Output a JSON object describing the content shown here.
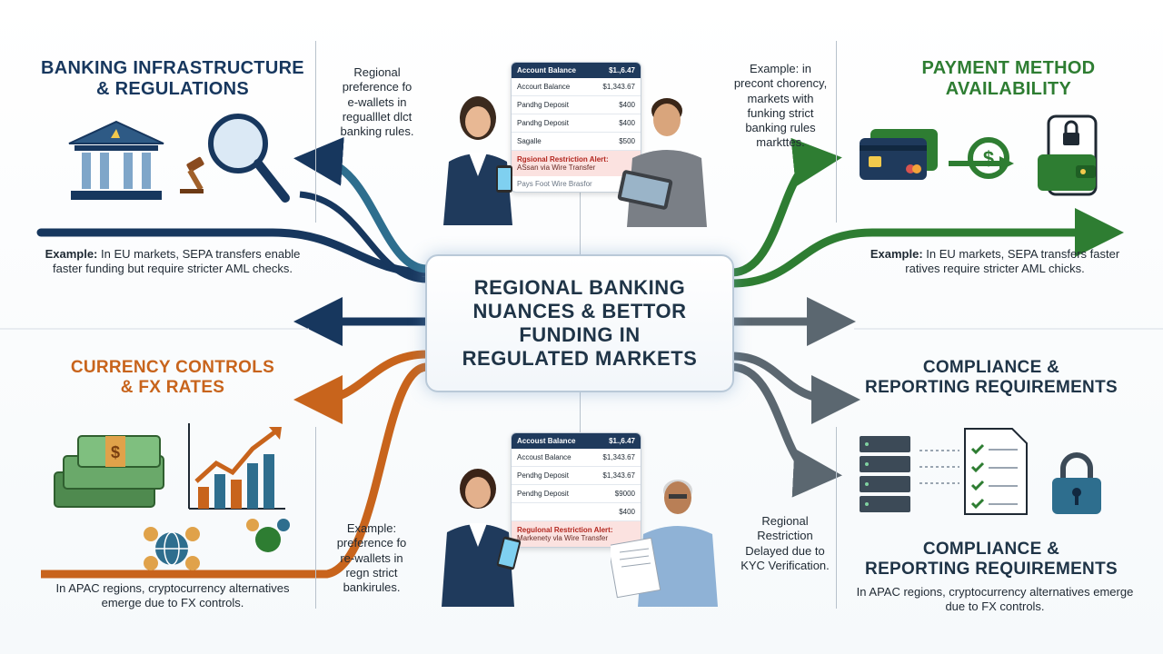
{
  "center": {
    "title": "REGIONAL BANKING\nNUANCES & BETTOR\nFUNDING IN\nREGULATED MARKETS"
  },
  "sections": {
    "banking": {
      "title": "BANKING INFRASTRUCTURE\n& REGULATIONS",
      "example_bold": "Example:",
      "example_text": " In EU markets, SEPA transfers enable faster funding but require stricter AML checks."
    },
    "payment": {
      "title": "PAYMENT METHOD\nAVAILABILITY",
      "example_bold": "Example:",
      "example_text": " In EU markets, SEPA transfers faster ratives require stricter AML chicks."
    },
    "currency": {
      "title": "CURRENCY CONTROLS\n& FX RATES",
      "note": "In APAC regions, cryptocurrency alternatives emerge due to FX controls."
    },
    "compliance": {
      "title1": "COMPLIANCE &\nREPORTING REQUIREMENTS",
      "title2": "COMPLIANCE &\nREPORTING REQUIREMENTS",
      "note": "In APAC regions, cryptocurrency alternatives emerge due to FX controls."
    }
  },
  "callouts": {
    "top_left": "Regional\npreference fo\ne-wallets in\nregualllet dlct\nbanking rules.",
    "top_right": "Example: in\nprecont chorency,\nmarkets with\nfunking strict\nbanking rules\nmarkttes.",
    "bottom_left": "Example:\npreference fo\nre-wallets in\nregn strict\nbankirules.",
    "bottom_right": "Regional\nRestriction\nDelayed due to\nKYC Verification."
  },
  "phones": {
    "top": {
      "header_label": "Account Balance",
      "header_value": "$1.,6.47",
      "rows": [
        {
          "label": "Accourt Balance",
          "value": "$1,343.67"
        },
        {
          "label": "Pandhg Deposit",
          "value": "$400"
        },
        {
          "label": "Pandhg Deposit",
          "value": "$400"
        },
        {
          "label": "Sagalle",
          "value": "$500"
        }
      ],
      "alert_title": "Rgsional Restriction Alert:",
      "alert_detail": "ASsan via Wire Transfer",
      "footer": "Pays Foot Wire Brasfor"
    },
    "bottom": {
      "header_label": "Accoust Balance",
      "header_value": "$1.,6.47",
      "rows": [
        {
          "label": "Accoust Balance",
          "value": "$1,343.67"
        },
        {
          "label": "Pendhg Deposit",
          "value": "$1,343.67"
        },
        {
          "label": "Pendhg Deposit",
          "value": "$9000"
        },
        {
          "label": "",
          "value": "$400"
        }
      ],
      "alert_title": "Regulonal Restriction Alert:",
      "alert_detail": "Markenety vla Wire Transfer",
      "footer": ""
    }
  },
  "colors": {
    "navy": "#17375e",
    "teal": "#2e6e8e",
    "green": "#2e7d32",
    "orange": "#c8641c",
    "slate": "#5b6770"
  },
  "icons": {
    "banking": [
      "bank-building-icon",
      "magnifier-icon",
      "gavel-icon"
    ],
    "payment": [
      "credit-card-icon",
      "exchange-dollar-icon",
      "phone-wallet-icon"
    ],
    "currency": [
      "cash-stack-icon",
      "growth-chart-icon",
      "globe-currency-icon"
    ],
    "compliance": [
      "server-rack-icon",
      "checklist-document-icon",
      "padlock-icon"
    ]
  }
}
